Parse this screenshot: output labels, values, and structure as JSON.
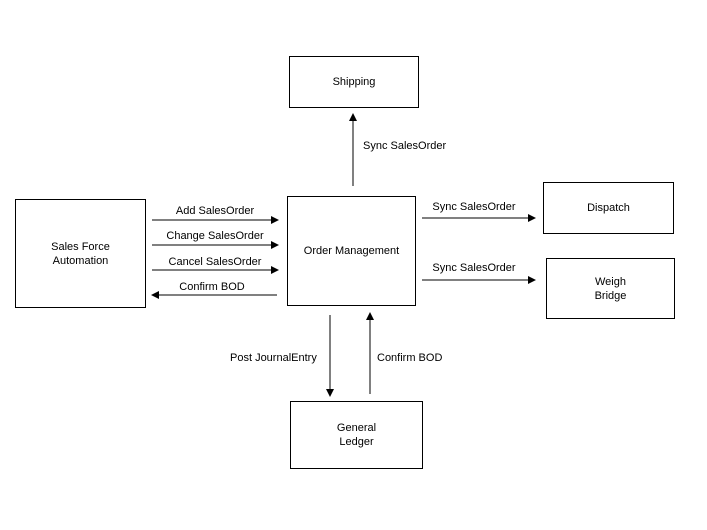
{
  "nodes": {
    "shipping": "Shipping",
    "sales_force_automation": [
      "Sales Force",
      "Automation"
    ],
    "order_management": "Order Management",
    "dispatch": "Dispatch",
    "weigh_bridge": [
      "Weigh",
      "Bridge"
    ],
    "general_ledger": [
      "General",
      "Ledger"
    ]
  },
  "messages": {
    "om_to_shipping": "Sync SalesOrder",
    "sfa_add": "Add SalesOrder",
    "sfa_change": "Change SalesOrder",
    "sfa_cancel": "Cancel SalesOrder",
    "om_confirm_to_sfa": "Confirm BOD",
    "om_to_dispatch": "Sync SalesOrder",
    "om_to_weigh_bridge": "Sync SalesOrder",
    "om_to_ledger": "Post JournalEntry",
    "ledger_confirm_to_om": "Confirm BOD"
  },
  "colors": {
    "line": "#000000",
    "background": "#ffffff"
  }
}
